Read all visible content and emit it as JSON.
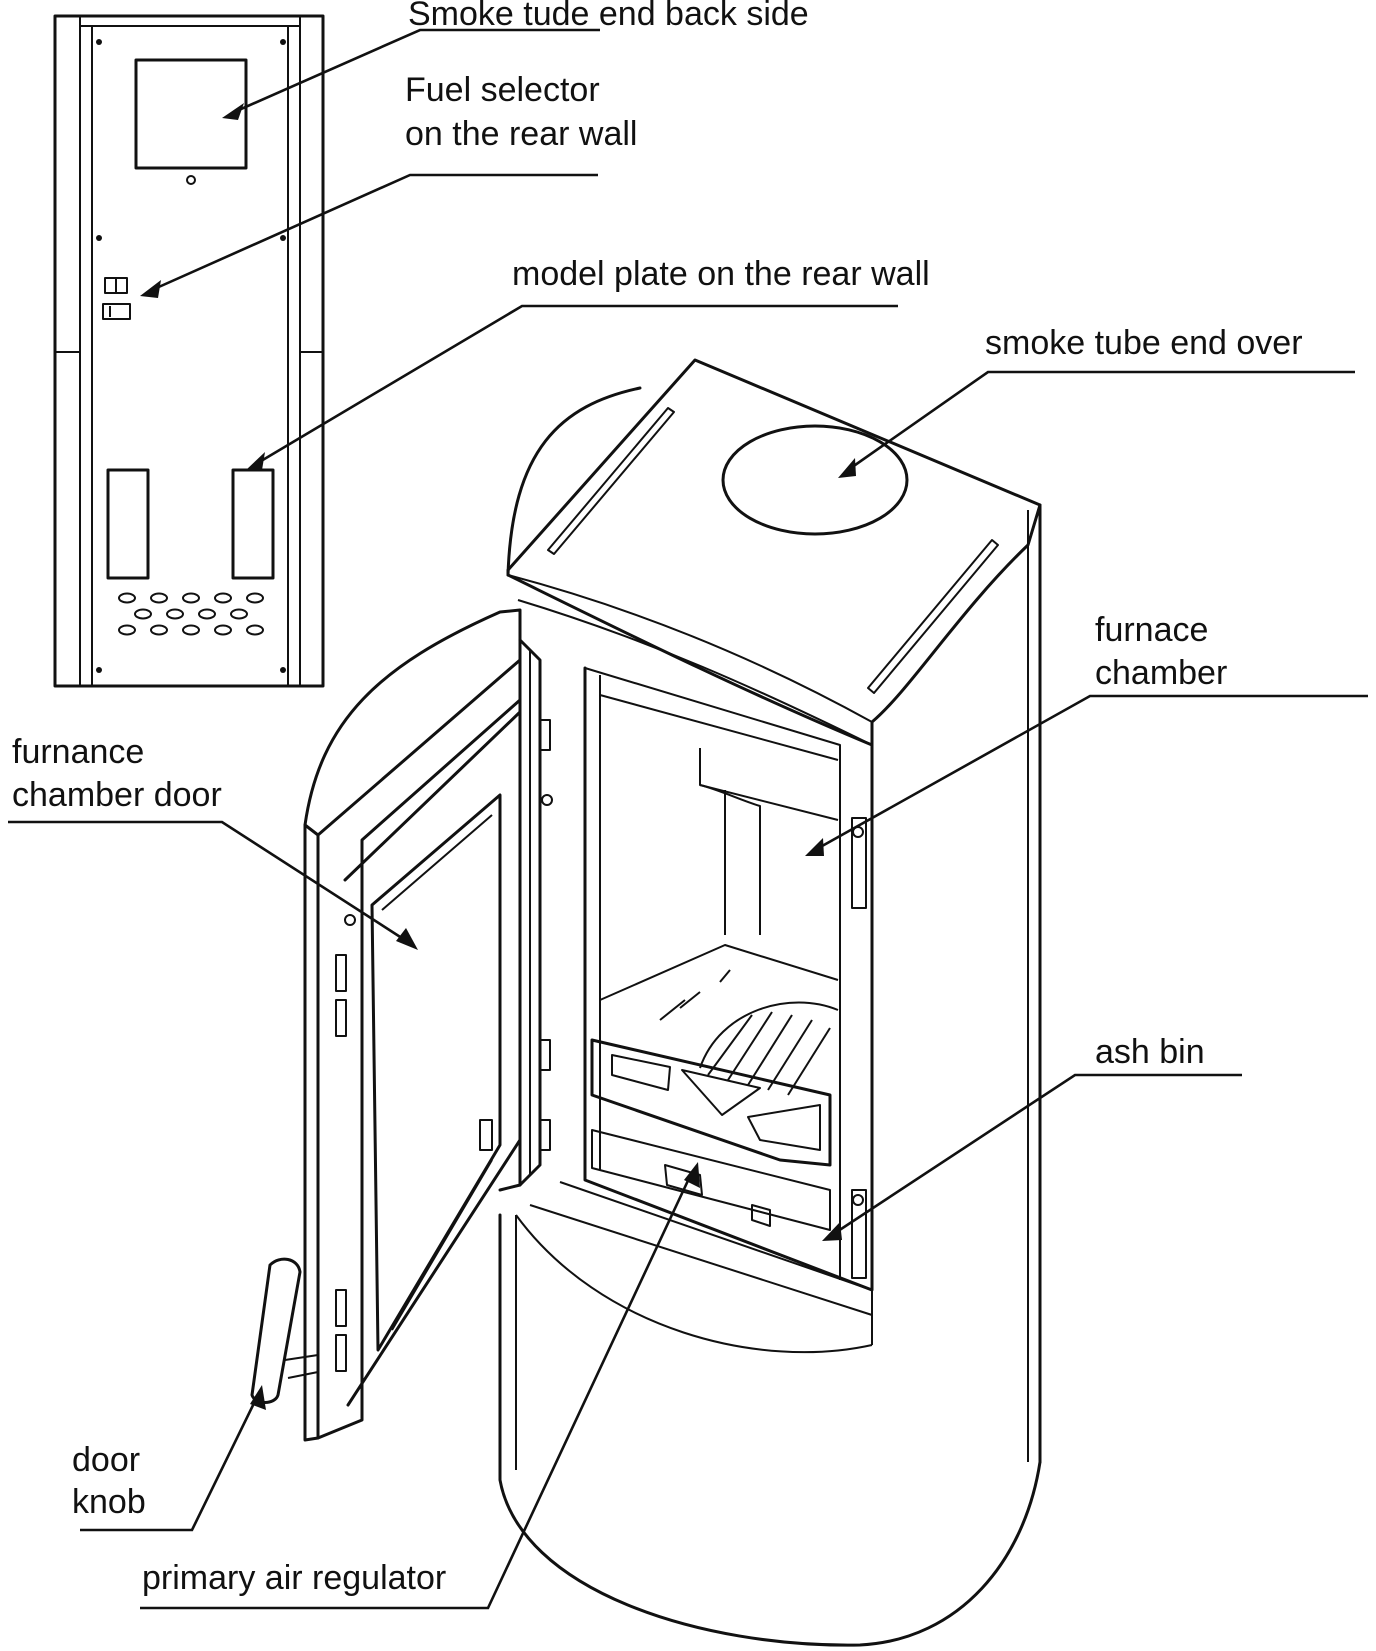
{
  "labels": {
    "smoke_tube_back": "Smoke tude end back side",
    "fuel_selector_1": "Fuel selector",
    "fuel_selector_2": "on the rear wall",
    "model_plate": "model plate on the rear wall",
    "smoke_tube_over": "smoke tube end over",
    "furnace_chamber_1": "furnace",
    "furnace_chamber_2": "chamber",
    "chamber_door_1": "furnance",
    "chamber_door_2": "chamber door",
    "ash_bin": "ash bin",
    "door_knob_1": "door",
    "door_knob_2": "knob",
    "primary_air": "primary air regulator"
  }
}
